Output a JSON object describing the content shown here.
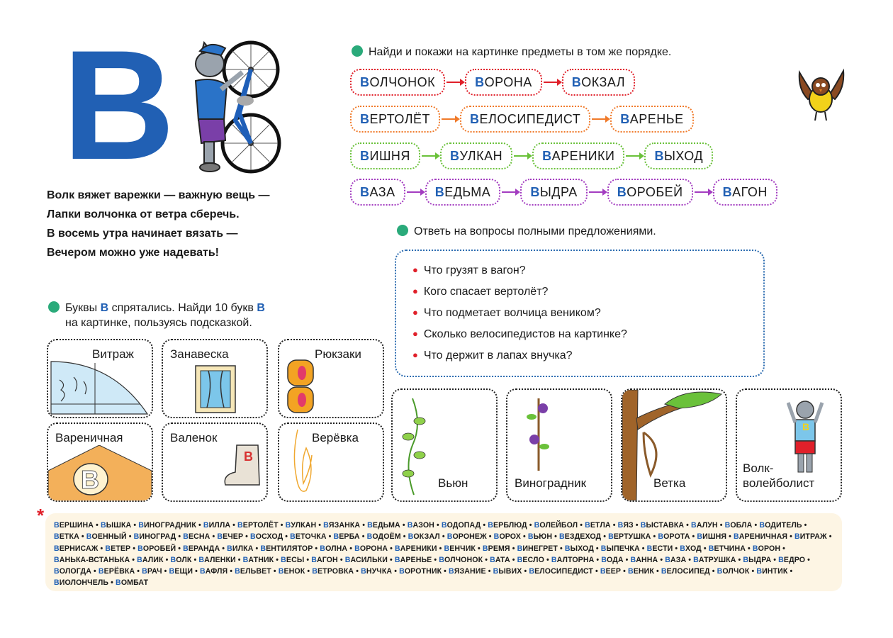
{
  "big_letter": "В",
  "poem": [
    "Волк вяжет варежки — важную вещь —",
    "Лапки волчонка от ветра сберечь.",
    "В восемь утра начинает вязать —",
    "Вечером можно уже надевать!"
  ],
  "task1": "Найди и покажи на картинке предметы в том же порядке.",
  "chains": [
    {
      "color": "#e0202a",
      "words": [
        [
          "В",
          "ОЛЧОНОК"
        ],
        [
          "В",
          "ОРОНА"
        ],
        [
          "В",
          "ОКЗАЛ"
        ]
      ]
    },
    {
      "color": "#f07a2a",
      "words": [
        [
          "В",
          "ЕРТОЛЁТ"
        ],
        [
          "В",
          "ЕЛОСИПЕДИСТ"
        ],
        [
          "В",
          "АРЕНЬЕ"
        ]
      ]
    },
    {
      "color": "#6ac13a",
      "words": [
        [
          "В",
          "ИШНЯ"
        ],
        [
          "В",
          "УЛКАН"
        ],
        [
          "В",
          "АРЕНИКИ"
        ],
        [
          "В",
          "ЫХОД"
        ]
      ]
    },
    {
      "color": "#a33cc0",
      "words": [
        [
          "В",
          "АЗА"
        ],
        [
          "В",
          "ЕДЬМА"
        ],
        [
          "В",
          "ЫДРА"
        ],
        [
          "В",
          "ОРОБЕЙ"
        ],
        [
          "В",
          "АГОН"
        ]
      ]
    }
  ],
  "task2": "Ответь на вопросы полными предложениями.",
  "questions": [
    "Что грузят в вагон?",
    "Кого спасает вертолёт?",
    "Что подметает волчица веником?",
    "Сколько велосипедистов на картинке?",
    "Что держит в лапах внучка?"
  ],
  "task3": {
    "part1": "Буквы ",
    "letter1": "В",
    "part2": " спрятались. Найди 10 букв ",
    "letter2": "В",
    "line2": "на картинке, пользуясь подсказкой."
  },
  "hint_cards": [
    "Витраж",
    "Занавеска",
    "Рюкзаки",
    "Вареничная",
    "Валенок",
    "Верёвка"
  ],
  "hint_letter": "В",
  "pic_cards": [
    "Вьюн",
    "Виноградник",
    "Ветка",
    "Волк-",
    "волейболист"
  ],
  "star": "*",
  "word_list": [
    [
      "В",
      "ЕРШИНА"
    ],
    [
      "В",
      "ЫШКА"
    ],
    [
      "В",
      "ИНОГРАДНИК"
    ],
    [
      "В",
      "ИЛЛА"
    ],
    [
      "В",
      "ЕРТОЛЁТ"
    ],
    [
      "В",
      "УЛКАН"
    ],
    [
      "В",
      "ЯЗАНКА"
    ],
    [
      "В",
      "ЕДЬМА"
    ],
    [
      "В",
      "АЗОН"
    ],
    [
      "В",
      "ОДОПАД"
    ],
    [
      "В",
      "ЕРБЛЮД"
    ],
    [
      "В",
      "ОЛЕЙБОЛ"
    ],
    [
      "В",
      "ЕТЛА"
    ],
    [
      "В",
      "ЯЗ"
    ],
    [
      "В",
      "ЫСТАВКА"
    ],
    [
      "В",
      "АЛУН"
    ],
    [
      "В",
      "ОБЛА"
    ],
    [
      "В",
      "ОДИТЕЛЬ"
    ],
    [
      "В",
      "ЕТКА"
    ],
    [
      "В",
      "ОЕННЫЙ"
    ],
    [
      "В",
      "ИНОГРАД"
    ],
    [
      "В",
      "ЕСНА"
    ],
    [
      "В",
      "ЕЧЕР"
    ],
    [
      "В",
      "ОСХОД"
    ],
    [
      "В",
      "ЕТОЧКА"
    ],
    [
      "В",
      "ЕРБА"
    ],
    [
      "В",
      "ОДОЁМ"
    ],
    [
      "В",
      "ОКЗАЛ"
    ],
    [
      "В",
      "ОРОНЕЖ"
    ],
    [
      "В",
      "ОРОХ"
    ],
    [
      "В",
      "ЬЮН"
    ],
    [
      "В",
      "ЕЗДЕХОД"
    ],
    [
      "В",
      "ЕРТУШКА"
    ],
    [
      "В",
      "ОРОТА"
    ],
    [
      "В",
      "ИШНЯ"
    ],
    [
      "В",
      "АРЕНИЧНАЯ"
    ],
    [
      "В",
      "ИТРАЖ"
    ],
    [
      "В",
      "ЕРНИСАЖ"
    ],
    [
      "В",
      "ЕТЕР"
    ],
    [
      "В",
      "ОРОБЕЙ"
    ],
    [
      "В",
      "ЕРАНДА"
    ],
    [
      "В",
      "ИЛКА"
    ],
    [
      "В",
      "ЕНТИЛЯТОР"
    ],
    [
      "В",
      "ОЛНА"
    ],
    [
      "В",
      "ОРОНА"
    ],
    [
      "В",
      "АРЕНИКИ"
    ],
    [
      "В",
      "ЕНЧИК"
    ],
    [
      "В",
      "РЕМЯ"
    ],
    [
      "В",
      "ИНЕГРЕТ"
    ],
    [
      "В",
      "ЫХОД"
    ],
    [
      "В",
      "ЫПЕЧКА"
    ],
    [
      "В",
      "ЕСТИ"
    ],
    [
      "В",
      "ХОД"
    ],
    [
      "В",
      "ЕТЧИНА"
    ],
    [
      "В",
      "ОРОН"
    ],
    [
      "В",
      "АНЬКА-ВСТАНЬКА"
    ],
    [
      "В",
      "АЛИК"
    ],
    [
      "В",
      "ОЛК"
    ],
    [
      "В",
      "АЛЕНКИ"
    ],
    [
      "В",
      "АТНИК"
    ],
    [
      "В",
      "ЕСЫ"
    ],
    [
      "В",
      "АГОН"
    ],
    [
      "В",
      "АСИЛЬКИ"
    ],
    [
      "В",
      "АРЕНЬЕ"
    ],
    [
      "В",
      "ОЛЧОНОК"
    ],
    [
      "В",
      "АТА"
    ],
    [
      "В",
      "ЕСЛО"
    ],
    [
      "В",
      "АЛТОРНА"
    ],
    [
      "В",
      "ОДА"
    ],
    [
      "В",
      "АННА"
    ],
    [
      "В",
      "АЗА"
    ],
    [
      "В",
      "АТРУШКА"
    ],
    [
      "В",
      "ЫДРА"
    ],
    [
      "В",
      "ЕДРО"
    ],
    [
      "В",
      "ОЛОГДА"
    ],
    [
      "В",
      "ЕРЁВКА"
    ],
    [
      "В",
      "РАЧ"
    ],
    [
      "В",
      "ЕЩИ"
    ],
    [
      "В",
      "АФЛЯ"
    ],
    [
      "В",
      "ЕЛЬВЕТ"
    ],
    [
      "В",
      "ЕНОК"
    ],
    [
      "В",
      "ЕТРОВКА"
    ],
    [
      "В",
      "НУЧКА"
    ],
    [
      "В",
      "ОРОТНИК"
    ],
    [
      "В",
      "ЯЗАНИЕ"
    ],
    [
      "В",
      "ЫВИХ"
    ],
    [
      "В",
      "ЕЛОСИПЕДИСТ"
    ],
    [
      "В",
      "ЕЕР"
    ],
    [
      "В",
      "ЕНИК"
    ],
    [
      "В",
      "ЕЛОСИПЕД"
    ],
    [
      "В",
      "ОЛЧОК"
    ],
    [
      "В",
      "ИНТИК"
    ],
    [
      "В",
      "ИОЛОНЧЕЛЬ"
    ],
    [
      "В",
      "ОМБАТ"
    ]
  ],
  "colors": {
    "accent_blue": "#2160b4",
    "green_dot": "#2aaa7a",
    "red_bullet": "#e0202a"
  }
}
